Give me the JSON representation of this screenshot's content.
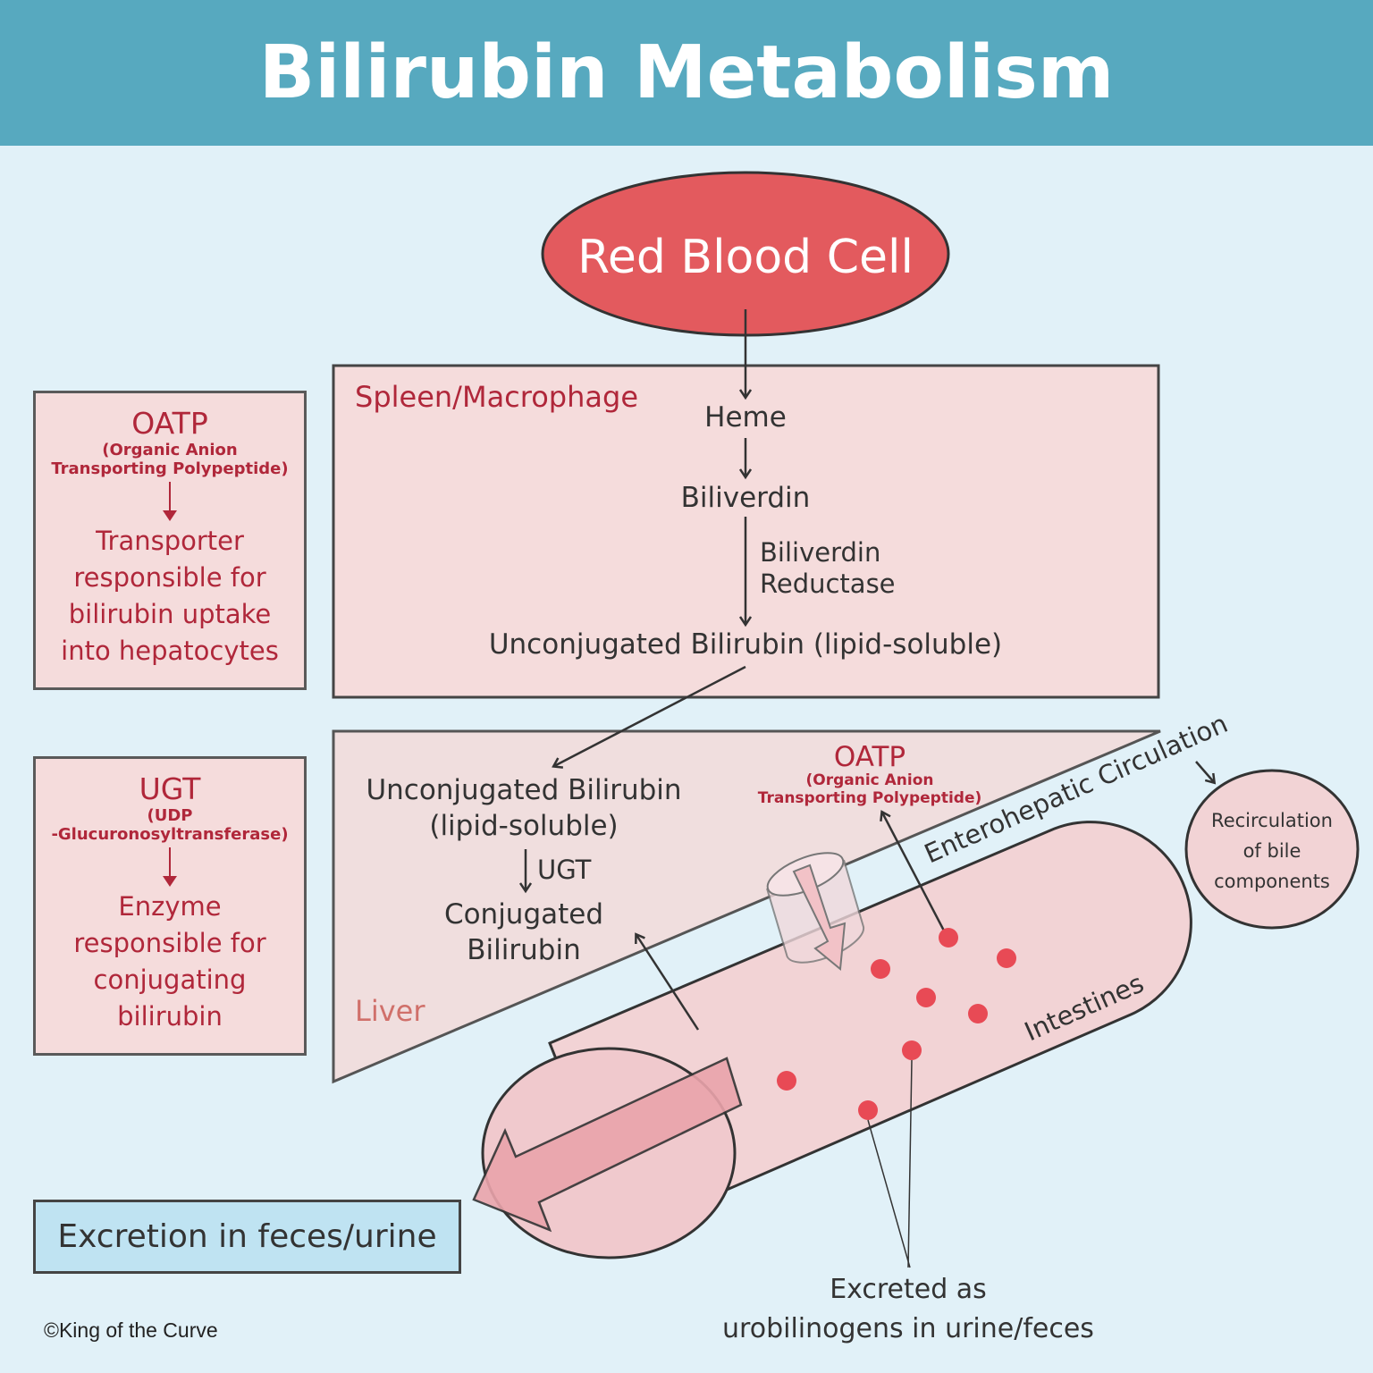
{
  "title": "Bilirubin Metabolism",
  "rbc": {
    "label": "Red Blood Cell"
  },
  "spleen": {
    "label": "Spleen/Macrophage",
    "heme": "Heme",
    "biliverdin": "Biliverdin",
    "enzyme_line1": "Biliverdin",
    "enzyme_line2": "Reductase",
    "unconjugated": "Unconjugated Bilirubin (lipid-soluble)"
  },
  "liver": {
    "label": "Liver",
    "unconj_line1": "Unconjugated Bilirubin",
    "unconj_line2": "(lipid-soluble)",
    "ugt": "UGT",
    "conj_line1": "Conjugated",
    "conj_line2": "Bilirubin"
  },
  "oatp_center": {
    "title": "OATP",
    "line1": "(Organic Anion",
    "line2": "Transporting Polypeptide)"
  },
  "enterohepatic": "Enterohepatic Circulation",
  "recirculation": {
    "line1": "Recirculation",
    "line2": "of bile",
    "line3": "components"
  },
  "intestines": "Intestines",
  "excreted_uro": {
    "line1": "Excreted as",
    "line2": "urobilinogens in urine/feces"
  },
  "oatp_box": {
    "title": "OATP",
    "line1": "(Organic Anion",
    "line2": "Transporting Polypeptide)",
    "desc": [
      "Transporter",
      "responsible for",
      "bilirubin uptake",
      "into hepatocytes"
    ]
  },
  "ugt_box": {
    "title": "UGT",
    "line1": "(UDP",
    "line2": "-Glucuronosyltransferase)",
    "desc": [
      "Enzyme",
      "responsible for",
      "conjugating",
      "bilirubin"
    ]
  },
  "excretion": "Excretion in feces/urine",
  "copyright": "©King of the Curve",
  "colors": {
    "header": "#57a9bf",
    "background": "#e1f1f8",
    "rbc": "#e35a5e",
    "box_fill": "#f5dcdc",
    "accent_text": "#b0273a",
    "liver_label": "#d0706a",
    "dot": "#e84a55"
  }
}
